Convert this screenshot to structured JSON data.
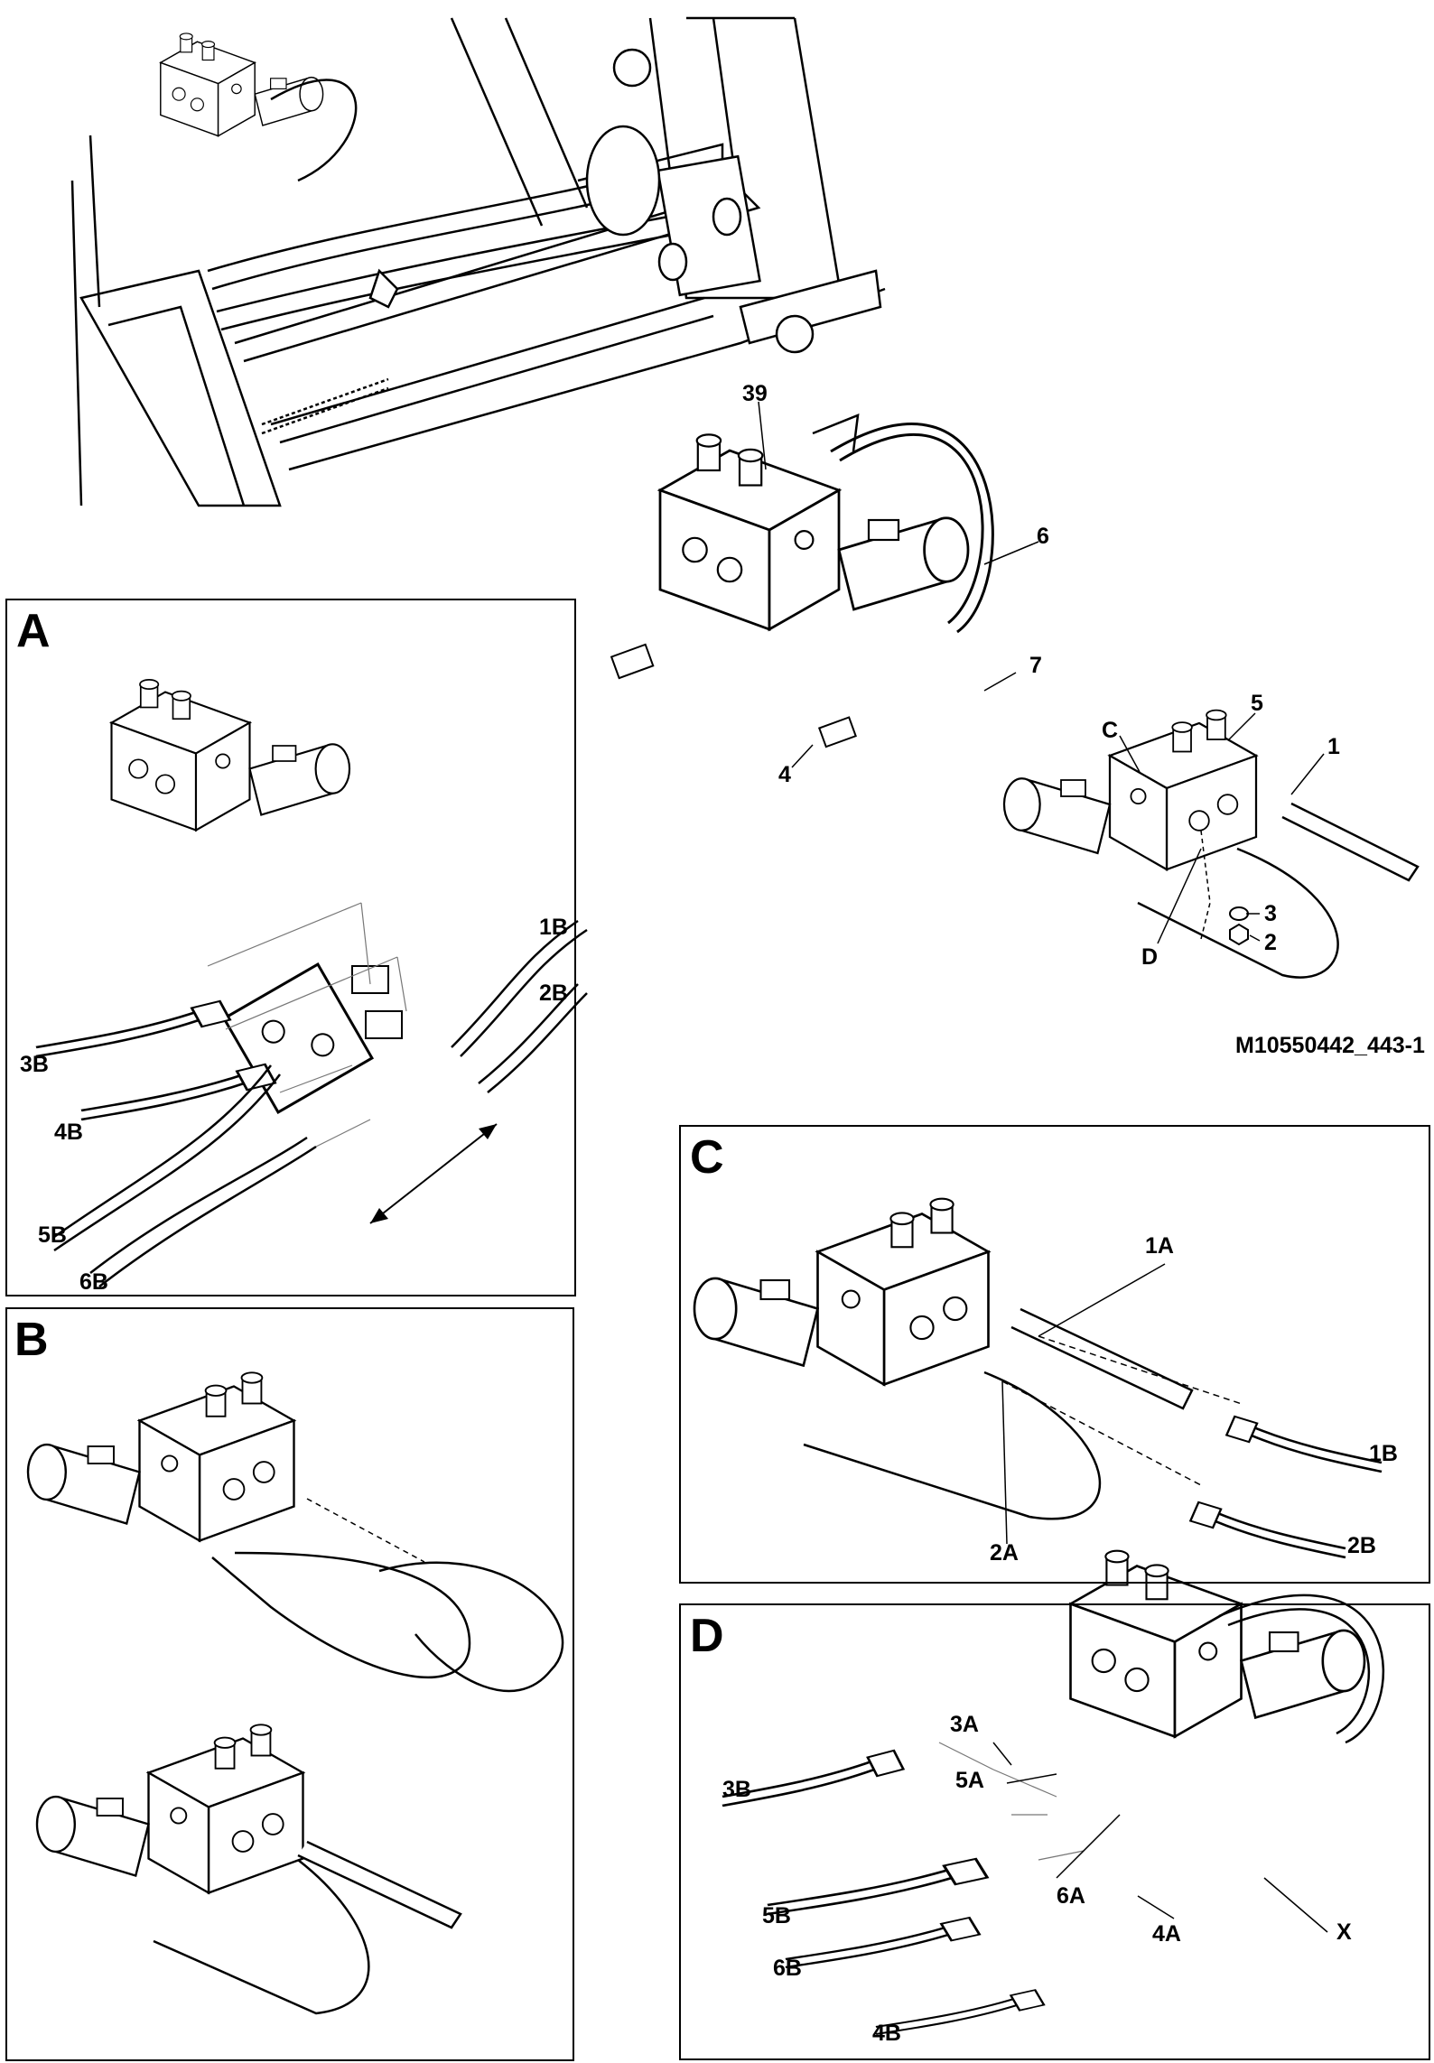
{
  "figure_id": "M10550442_443-1",
  "main_labels": {
    "l39": "39",
    "l6": "6",
    "l7": "7",
    "l4": "4",
    "lC": "C",
    "l5": "5",
    "l1": "1",
    "l3": "3",
    "l2": "2",
    "lD": "D"
  },
  "panels": {
    "A": {
      "title": "A",
      "labels": {
        "l1B": "1B",
        "l2B": "2B",
        "l3B": "3B",
        "l4B": "4B",
        "l5B": "5B",
        "l6B": "6B"
      }
    },
    "B": {
      "title": "B"
    },
    "C": {
      "title": "C",
      "labels": {
        "l1A": "1A",
        "l1B": "1B",
        "l2A": "2A",
        "l2B": "2B"
      }
    },
    "D": {
      "title": "D",
      "labels": {
        "l3A": "3A",
        "l5A": "5A",
        "l3B": "3B",
        "l5B": "5B",
        "l6B": "6B",
        "l6A": "6A",
        "l4A": "4A",
        "l4B": "4B",
        "lX": "X"
      }
    }
  },
  "colors": {
    "line": "#000000",
    "background": "#ffffff",
    "leader": "#777777"
  }
}
